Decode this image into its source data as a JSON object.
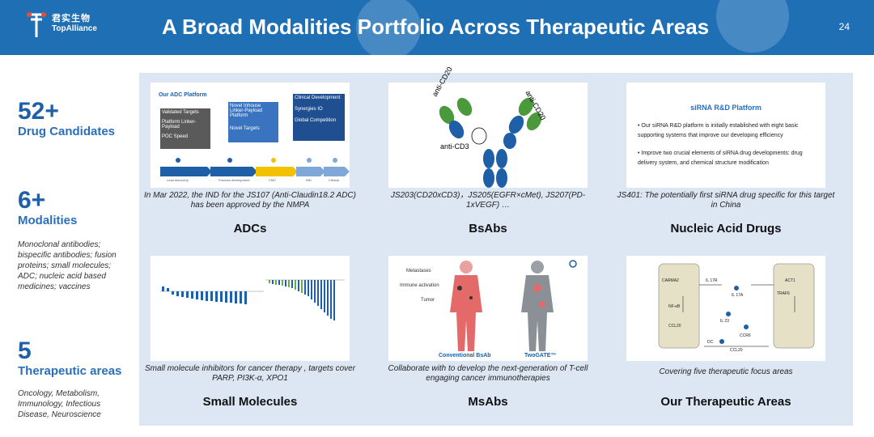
{
  "header": {
    "logo_zh": "君实生物",
    "logo_en": "TopAlliance",
    "title": "A Broad Modalities Portfolio Across Therapeutic Areas",
    "page_number": "24"
  },
  "stats": [
    {
      "number": "52+",
      "label": "Drug Candidates",
      "desc": ""
    },
    {
      "number": "6+",
      "label": "Modalities",
      "desc": "Monoclonal antibodies; bispecific antibodies; fusion proteins; small molecules; ADC; nucleic acid based medicines; vaccines"
    },
    {
      "number": "5",
      "label": "Therapeutic areas",
      "desc": "Oncology, Metabolism, Immunology, Infectious Disease, Neuroscience"
    }
  ],
  "cards": [
    {
      "title": "ADCs",
      "caption": "In Mar 2022, the IND for the JS107 (Anti-Claudin18.2 ADC) has been approved by the NMPA",
      "image": {
        "heading": "Our ADC Platform",
        "boxes": [
          "Validated Targets",
          "Platform Linker-Payload",
          "POC Speed",
          "Novel Inhouse Linker-Payload Platform",
          "Novel Targets",
          "Clinical Development",
          "Synergies IO",
          "Global Competition"
        ],
        "stages": [
          "Lead discovery",
          "Process development",
          "CMC",
          "IND",
          "Clinical"
        ]
      }
    },
    {
      "title": "BsAbs",
      "caption": "JS203(CD20xCD3)，JS205(EGFR×cMet), JS207(PD-1xVEGF) …",
      "image": {
        "labels": [
          "anti-CD20",
          "anti-CD20",
          "anti-CD3"
        ]
      }
    },
    {
      "title": "Nucleic Acid Drugs",
      "caption": "JS401: The potentially first siRNA drug specific for this target in China",
      "image": {
        "heading": "siRNA R&D Platform",
        "bullets": [
          "Our siRNA R&D platform is initially established with eight basic supporting systems that improve our developing efficiency",
          "Improve two crucial elements of siRNA drug developments: drug delivery system, and chemical structure modification"
        ]
      }
    },
    {
      "title": "Small Molecules",
      "caption": "Small molecule inhibitors for cancer therapy , targets cover PARP, PI3K-α, XPO1",
      "image": {}
    },
    {
      "title": "MsAbs",
      "caption": "Collaborate with to develop the next-generation of T-cell engaging cancer immunotherapies",
      "image": {
        "labels": [
          "Metastases",
          "Immune activation",
          "Tumor"
        ],
        "left_name": "Conventional BsAb",
        "right_name": "TwoGATE™"
      }
    },
    {
      "title": "Our Therapeutic Areas",
      "caption": "Covering five therapeutic focus areas",
      "image": {
        "labels": [
          "CARMA2",
          "NF-κB",
          "CCL20",
          "IL 17R",
          "IL 17A",
          "ACT1",
          "TRAF6",
          "IL 23",
          "CCR6",
          "DC",
          "CCL20"
        ]
      }
    }
  ],
  "colors": {
    "header": "#1f6fb5",
    "accent": "#1f5fa8",
    "panel": "#dde7f4"
  }
}
